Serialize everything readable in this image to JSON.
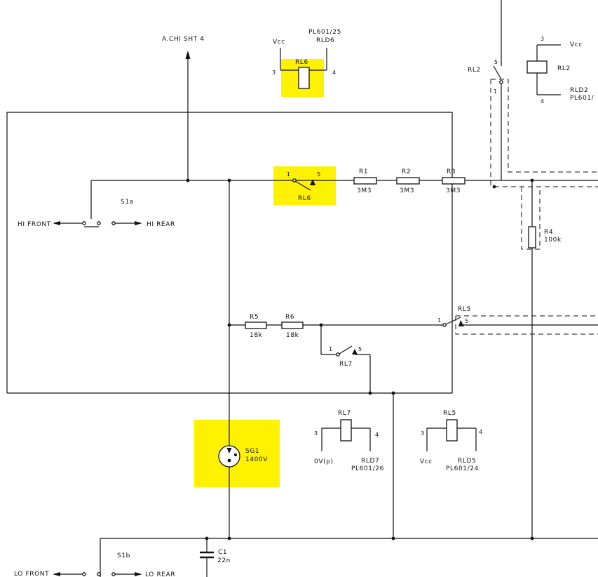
{
  "labels": {
    "achi": "A.CHI SHT 4",
    "vcc_rl6": "Vcc",
    "pl601_25": "PL601/25",
    "rld6": "RLD6",
    "rl6_coil": "RL6",
    "rl6_pin3": "3",
    "rl6_pin4": "4",
    "rl6_sw": "RL6",
    "rl6_sw_pin1": "1",
    "rl6_sw_pin5": "5",
    "r1": "R1",
    "r1_val": "3M3",
    "r2": "R2",
    "r2_val": "3M3",
    "r3": "R3",
    "r3_val": "3M3",
    "rl2_sw": "RL2",
    "rl2_sw_pin5": "5",
    "rl2_sw_pin1": "1",
    "rl2_coil_pin3": "3",
    "vcc_rl2": "Vcc",
    "rl2_coil": "RL2",
    "rl2_coil_pin4": "4",
    "rld2": "RLD2",
    "pl601_rl2": "PL601/",
    "s1a": "S1a",
    "hi_front": "HI FRONT",
    "hi_rear": "HI REAR",
    "r4": "R4",
    "r4_val": "100k",
    "r5": "R5",
    "r5_val": "18k",
    "r6": "R6",
    "r6_val": "18k",
    "rl5_sw": "RL5",
    "rl5_sw_pin1": "1",
    "rl5_sw_pin5": "5",
    "rl7_sw": "RL7",
    "rl7_sw_pin1": "1",
    "rl7_sw_pin5": "5",
    "rl7_coil": "RL7",
    "rl7_pin3": "3",
    "rl7_pin4": "4",
    "ov_p": "0V(p)",
    "rld7": "RLD7",
    "pl601_26": "PL601/26",
    "rl5_coil": "RL5",
    "rl5_pin3": "3",
    "rl5_pin4": "4",
    "vcc_rl5": "Vcc",
    "rld5": "RLD5",
    "pl601_24": "PL601/24",
    "sg1": "SG1",
    "sg1_val": "1400V",
    "s1b": "S1b",
    "c1": "C1",
    "c1_val": "22n",
    "lo_front": "LO FRONT",
    "lo_rear": "LO REAR"
  },
  "colors": {
    "highlight": "#fff200",
    "ink": "#111111"
  }
}
